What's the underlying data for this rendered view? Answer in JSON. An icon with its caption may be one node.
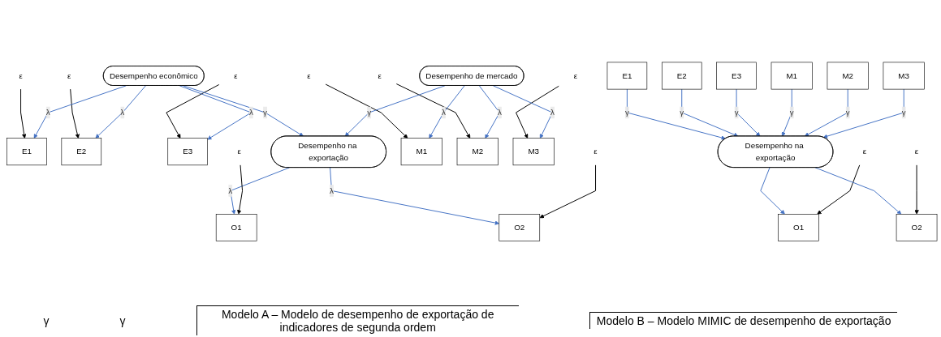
{
  "diagram": {
    "nodes": [
      {
        "text": [
          "ε"
        ]
      },
      {
        "text": [
          "E1"
        ]
      },
      {
        "text": [
          "ε"
        ]
      },
      {
        "text": [
          "E2"
        ]
      },
      {
        "text": [
          "ε"
        ]
      },
      {
        "text": [
          "E3"
        ]
      },
      {
        "text": [
          "Desempenho econômico"
        ]
      },
      {
        "text": [
          "O1"
        ]
      },
      {
        "text": [
          "ε"
        ]
      },
      {
        "text": [
          "Desempenho na exportação"
        ]
      },
      {
        "text": [
          "ε"
        ]
      },
      {
        "text": [
          "M1"
        ]
      },
      {
        "text": [
          "ε"
        ]
      },
      {
        "text": [
          "M2"
        ]
      },
      {
        "text": [
          "ε"
        ]
      },
      {
        "text": [
          "M3"
        ]
      },
      {
        "text": [
          "Desempenho de mercado"
        ]
      },
      {
        "text": [
          "O2"
        ]
      },
      {
        "text": [
          "ε"
        ]
      },
      {
        "text": [
          "E1"
        ]
      },
      {
        "text": [
          "E2"
        ]
      },
      {
        "text": [
          "E3"
        ]
      },
      {
        "text": [
          "M1"
        ]
      },
      {
        "text": [
          "M2"
        ]
      },
      {
        "text": [
          "M3"
        ]
      },
      {
        "text": [
          "Desempenho na exportação"
        ]
      },
      {
        "text": [
          "O1"
        ]
      },
      {
        "text": [
          "ε"
        ]
      },
      {
        "text": [
          "O2"
        ]
      },
      {
        "text": [
          "ε"
        ]
      }
    ],
    "edges": [
      {
        "from": 0,
        "to": 1,
        "arrow": "to",
        "color": "#000000"
      },
      {
        "from": 2,
        "to": 3,
        "arrow": "to",
        "color": "#000000"
      },
      {
        "from": 4,
        "to": 5,
        "arrow": "to",
        "color": "#000000"
      },
      {
        "from": 6,
        "to": 1,
        "arrow": "to",
        "label": "λ"
      },
      {
        "from": 6,
        "to": 3,
        "arrow": "to",
        "label": "λ"
      },
      {
        "from": 6,
        "to": 5,
        "arrow": "to",
        "label": "λ"
      },
      {
        "from": 6,
        "to": 9,
        "arrow": "to",
        "label": "γ"
      },
      {
        "from": 9,
        "to": 7,
        "arrow": "to",
        "label": "λ"
      },
      {
        "from": 8,
        "to": 7,
        "arrow": "to",
        "color": "#000000"
      },
      {
        "from": 10,
        "to": 11,
        "arrow": "to",
        "color": "#000000"
      },
      {
        "from": 12,
        "to": 13,
        "arrow": "to",
        "color": "#000000"
      },
      {
        "from": 14,
        "to": 15,
        "arrow": "to",
        "color": "#000000"
      },
      {
        "from": 16,
        "to": 11,
        "arrow": "to",
        "label": "λ"
      },
      {
        "from": 16,
        "to": 13,
        "arrow": "to",
        "label": "λ"
      },
      {
        "from": 16,
        "to": 15,
        "arrow": "to",
        "label": "λ"
      },
      {
        "from": 16,
        "to": 9,
        "arrow": "to",
        "label": "γ"
      },
      {
        "from": 9,
        "to": 17,
        "arrow": "to",
        "label": "λ"
      },
      {
        "from": 18,
        "to": 17,
        "arrow": "to",
        "color": "#000000"
      },
      {
        "from": 19,
        "to": 25,
        "arrow": "to",
        "label": "γ"
      },
      {
        "from": 20,
        "to": 25,
        "arrow": "to",
        "label": "γ"
      },
      {
        "from": 21,
        "to": 25,
        "arrow": "to",
        "label": "γ"
      },
      {
        "from": 22,
        "to": 25,
        "arrow": "to",
        "label": "γ"
      },
      {
        "from": 23,
        "to": 25,
        "arrow": "to",
        "label": "γ"
      },
      {
        "from": 24,
        "to": 25,
        "arrow": "to",
        "label": "γ"
      },
      {
        "from": 25,
        "to": 26,
        "arrow": "to"
      },
      {
        "from": 27,
        "to": 26,
        "arrow": "to",
        "color": "#000000"
      },
      {
        "from": 25,
        "to": 28,
        "arrow": "to"
      },
      {
        "from": 29,
        "to": 28,
        "arrow": "to",
        "color": "#000000"
      }
    ],
    "labels": [
      "γ",
      "γ",
      "Modelo A – Modelo de desempenho de exportação de indicadores de segunda ordem",
      "Modelo B – Modelo MIMIC de desempenho de exportação"
    ]
  }
}
